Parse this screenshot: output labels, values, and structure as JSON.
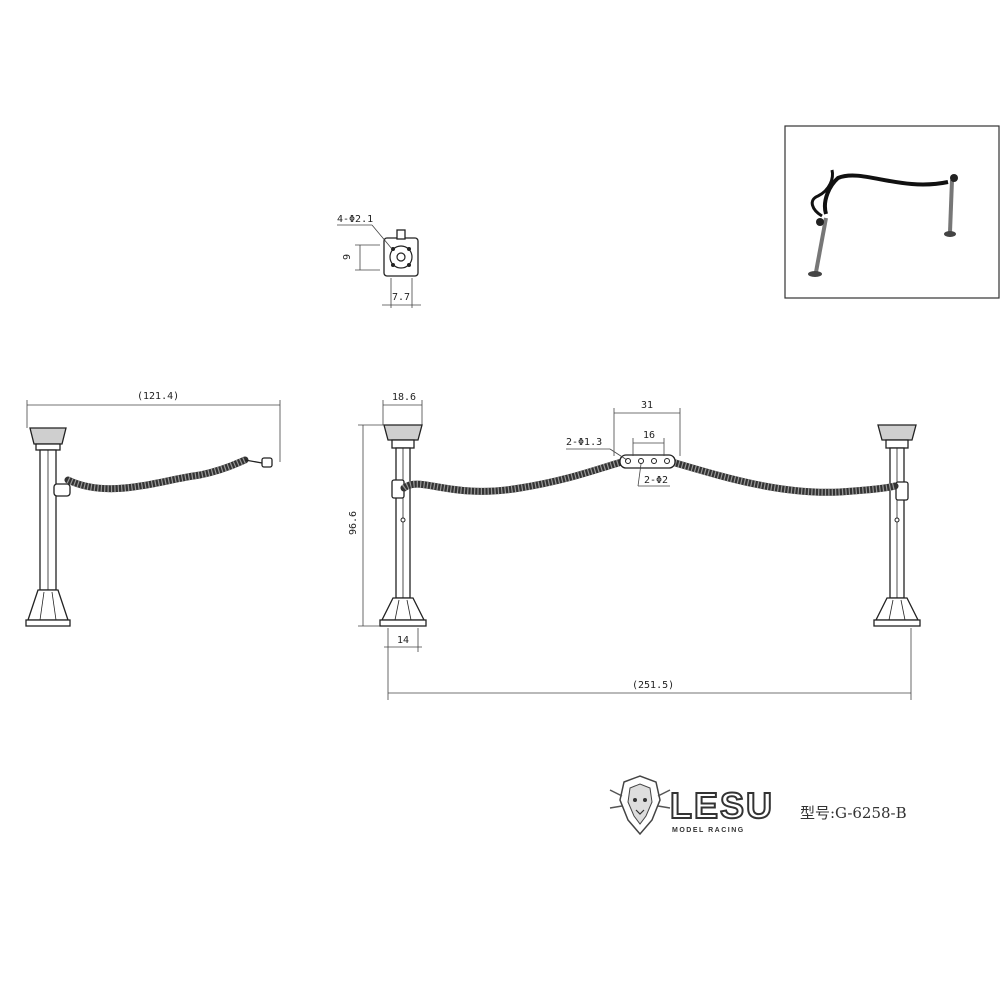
{
  "dimensions": {
    "holes": "4-Φ2.1",
    "head_height": "9",
    "head_width": "7.7",
    "side_length": "(121.4)",
    "base_width_top": "18.6",
    "clip_span": "31",
    "clip_inner": "16",
    "clip_hole_small": "2-Φ1.3",
    "clip_hole_large": "2-Φ2",
    "height": "96.6",
    "base_width_bottom": "14",
    "total_length": "(251.5)"
  },
  "brand": {
    "name": "LESU",
    "tagline": "MODEL RACING",
    "model_label": "型号:G-6258-B"
  },
  "colors": {
    "line": "#222222",
    "coil": "#333333",
    "background": "#ffffff"
  }
}
